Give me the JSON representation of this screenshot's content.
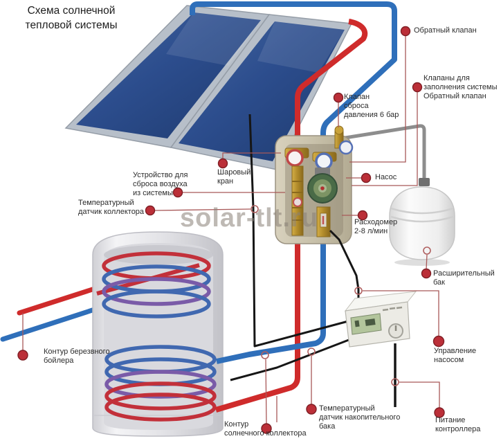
{
  "title": "Схема солнечной\nтепловой системы",
  "watermark": "solar-tlt.ru",
  "labels": {
    "check_valve_top": "Обратный клапан",
    "fill_valves": "Клапаны для\nзаполнения системы\nОбратный клапан",
    "pressure_relief": "Клапан\nсброса\nдавления 6 бар",
    "ball_valve": "Шаровый\nкран",
    "air_vent": "Устройство для\nсброса воздуха\nиз системы",
    "collector_sensor": "Температурный\nдатчик коллектора",
    "pump": "Насос",
    "flow_meter": "Расходомер\n2-8 л/мин",
    "expansion_tank": "Расширительный\nбак",
    "boiler_circuit": "Контур березвного\nбойлера",
    "pump_control": "Управление\nнасосом",
    "tank_sensor": "Температурный\nдатчик накопительного\nбака",
    "controller_power": "Питание\nконтроллера",
    "collector_circuit": "Контур\nсолнечного коллектора"
  },
  "colors": {
    "marker_dot": "#bb2f38",
    "callout_line": "#a85858",
    "pipe_hot": "#cf2b2b",
    "pipe_cold": "#2f6fba",
    "pipe_gray": "#8d8d8d",
    "wire_black": "#161616",
    "panel_blue": "#2c4d8d",
    "station_beige": "#cbc4ae"
  }
}
